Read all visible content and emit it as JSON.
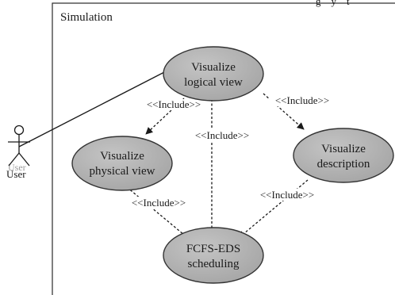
{
  "system": {
    "name": "Simulation",
    "title_fragment": "g    y    t"
  },
  "actor": {
    "label": "User",
    "label_ghost": "User"
  },
  "use_cases": {
    "logical": {
      "line1": "Visualize",
      "line2": "logical view"
    },
    "physical": {
      "line1": "Visualize",
      "line2": "physical view"
    },
    "description": {
      "line1": "Visualize",
      "line2": "description"
    },
    "scheduling": {
      "line1": "FCFS-EDS",
      "line2": "scheduling"
    }
  },
  "relations": {
    "include_label": "<<Include>>"
  },
  "colors": {
    "usecase_fill": "#a6a6a6",
    "usecase_fill_light": "#c4c4c4",
    "line": "#1a1a1a"
  }
}
